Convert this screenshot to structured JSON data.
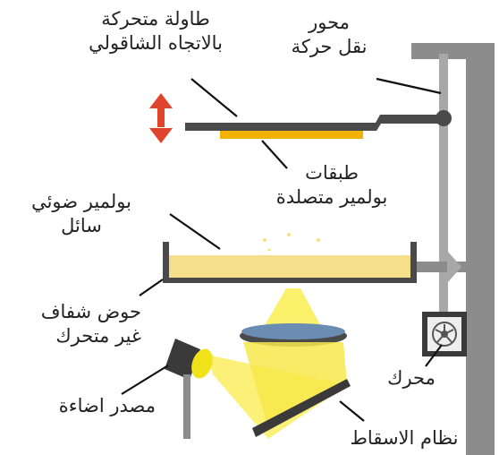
{
  "labels": {
    "vertical_table": [
      "طاولة متحركة",
      "بالاتجاه الشاقولي"
    ],
    "motion_axis": [
      "محور",
      "نقل حركة"
    ],
    "polymer_layers": [
      "طبقات",
      "بولمير متصلدة"
    ],
    "liquid_polymer": [
      "بولمير ضوئي",
      "سائل"
    ],
    "vat": [
      "حوض شفاف",
      "غير متحرك"
    ],
    "motor": "محرك",
    "light_source": "مصدر اضاءة",
    "projection_system": "نظام الاسقاط"
  },
  "colors": {
    "frame": "#8c8c8c",
    "frame_dark": "#6e6e6e",
    "plate": "#4a4a4a",
    "cured_layer": "#f2b200",
    "resin": "#f5df8a",
    "light_beam": "#fbf06a",
    "lens": "#6b8cb3",
    "arrow": "#e0442b",
    "leader_line": "#111111"
  },
  "icons": {
    "arrow": "double-arrow-vertical-icon",
    "motor": "fan-icon"
  }
}
